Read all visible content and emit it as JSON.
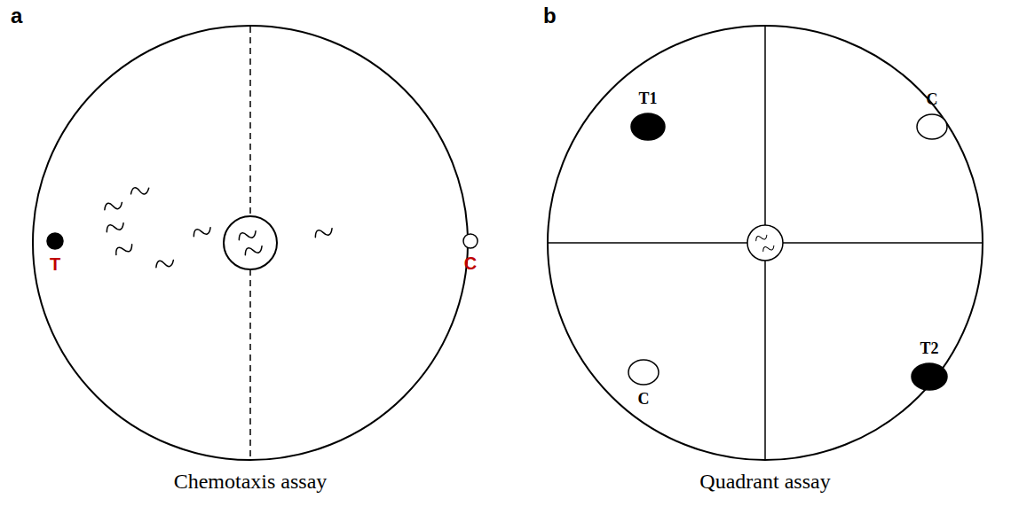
{
  "diagram": {
    "nodes": [
      {
        "text": [
          "Chemotaxis assay"
        ]
      },
      {
        "text": [
          "T"
        ],
        "in": 0
      },
      {
        "text": [
          "C"
        ],
        "in": 0
      },
      {
        "text": [
          "Quadrant assay"
        ]
      },
      {
        "text": [
          "T1"
        ],
        "in": 3
      },
      {
        "text": [
          "C"
        ],
        "in": 3
      },
      {
        "text": [
          "C"
        ],
        "in": 3
      },
      {
        "text": [
          "T2"
        ],
        "in": 3
      }
    ],
    "labels": [
      "a",
      "b"
    ]
  }
}
